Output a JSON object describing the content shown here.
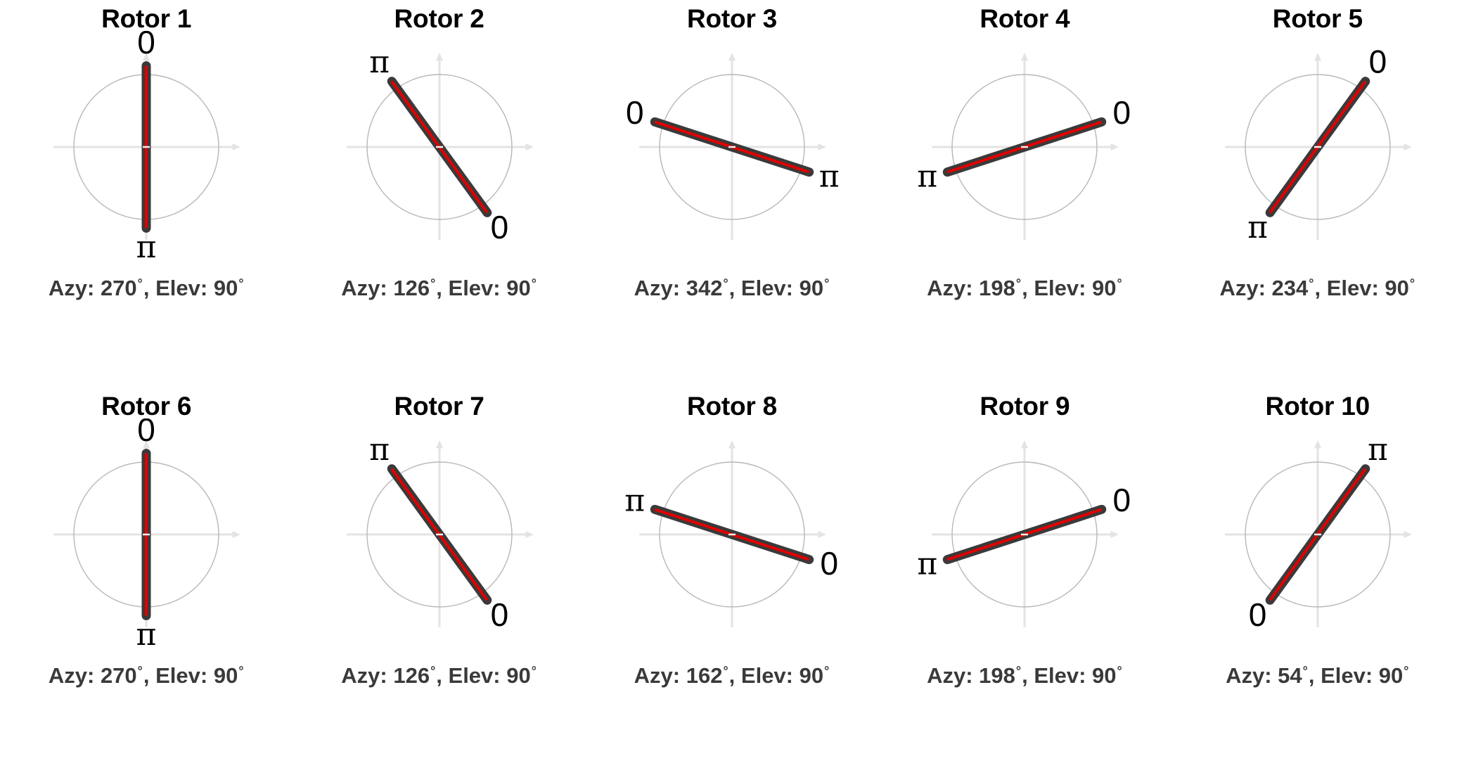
{
  "figure": {
    "kind": "rotor-orientation-grid",
    "columns": 5,
    "rows": 2,
    "background": "#ffffff"
  },
  "style": {
    "rod_color": "#3a3a3a",
    "rod_core_color": "#e10000",
    "circle_color": "#b8b8b8",
    "axis_color": "#e3e3e3",
    "title_color": "#000000",
    "caption_color": "#3a3a3a"
  },
  "labels": {
    "zero": "0",
    "pi": "π",
    "degree": "°",
    "azimuth_prefix": "Azy: ",
    "elevation_prefix": "Elev: ",
    "separator": ", "
  },
  "chart_data": {
    "type": "scatter",
    "title": "",
    "xlabel": "",
    "ylabel": "",
    "grid": false,
    "legend": "none",
    "description": "Ten unit-circle panels; each shows a rotor axis drawn as a thick dark rod with a red core, with the '0' end and 'π' end labelled.",
    "panels": [
      {
        "index": 1,
        "title": "Rotor 1",
        "azimuth_deg": 270,
        "elevation_deg": 90,
        "zero_end_screen_deg": 90,
        "pi_end_screen_deg": 270,
        "caption": "Azy: 270°, Elev: 90°"
      },
      {
        "index": 2,
        "title": "Rotor 2",
        "azimuth_deg": 126,
        "elevation_deg": 90,
        "zero_end_screen_deg": 306,
        "pi_end_screen_deg": 126,
        "caption": "Azy: 126°, Elev: 90°"
      },
      {
        "index": 3,
        "title": "Rotor 3",
        "azimuth_deg": 342,
        "elevation_deg": 90,
        "zero_end_screen_deg": 162,
        "pi_end_screen_deg": 342,
        "caption": "Azy: 342°, Elev: 90°"
      },
      {
        "index": 4,
        "title": "Rotor 4",
        "azimuth_deg": 198,
        "elevation_deg": 90,
        "zero_end_screen_deg": 18,
        "pi_end_screen_deg": 198,
        "caption": "Azy: 198°, Elev: 90°"
      },
      {
        "index": 5,
        "title": "Rotor 5",
        "azimuth_deg": 234,
        "elevation_deg": 90,
        "zero_end_screen_deg": 54,
        "pi_end_screen_deg": 234,
        "caption": "Azy: 234°, Elev: 90°"
      },
      {
        "index": 6,
        "title": "Rotor 6",
        "azimuth_deg": 270,
        "elevation_deg": 90,
        "zero_end_screen_deg": 90,
        "pi_end_screen_deg": 270,
        "caption": "Azy: 270°, Elev: 90°"
      },
      {
        "index": 7,
        "title": "Rotor 7",
        "azimuth_deg": 126,
        "elevation_deg": 90,
        "zero_end_screen_deg": 306,
        "pi_end_screen_deg": 126,
        "caption": "Azy: 126°, Elev: 90°"
      },
      {
        "index": 8,
        "title": "Rotor 8",
        "azimuth_deg": 162,
        "elevation_deg": 90,
        "zero_end_screen_deg": 342,
        "pi_end_screen_deg": 162,
        "caption": "Azy: 162°, Elev: 90°"
      },
      {
        "index": 9,
        "title": "Rotor 9",
        "azimuth_deg": 198,
        "elevation_deg": 90,
        "zero_end_screen_deg": 18,
        "pi_end_screen_deg": 198,
        "caption": "Azy: 198°, Elev: 90°"
      },
      {
        "index": 10,
        "title": "Rotor 10",
        "azimuth_deg": 54,
        "elevation_deg": 90,
        "zero_end_screen_deg": 234,
        "pi_end_screen_deg": 54,
        "caption": "Azy: 54°, Elev: 90°"
      }
    ]
  }
}
